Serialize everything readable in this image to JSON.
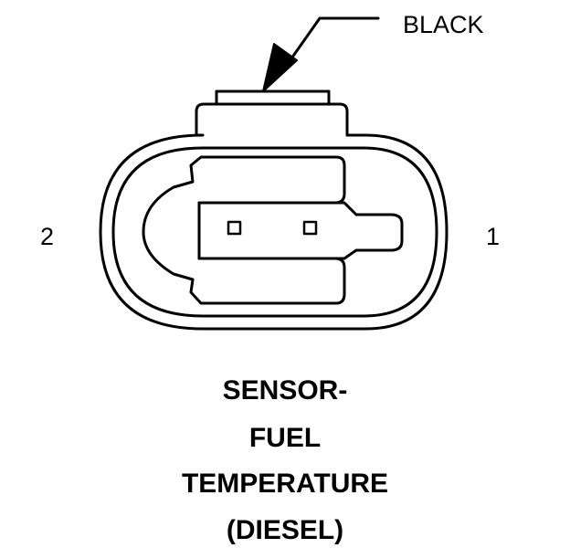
{
  "connector": {
    "color_label": "BLACK",
    "pin_labels": {
      "left": "2",
      "right": "1"
    }
  },
  "title": {
    "lines": [
      "SENSOR-",
      "FUEL",
      "TEMPERATURE",
      "(DIESEL)"
    ]
  },
  "colors": {
    "line": "#000000",
    "background": "#ffffff"
  }
}
